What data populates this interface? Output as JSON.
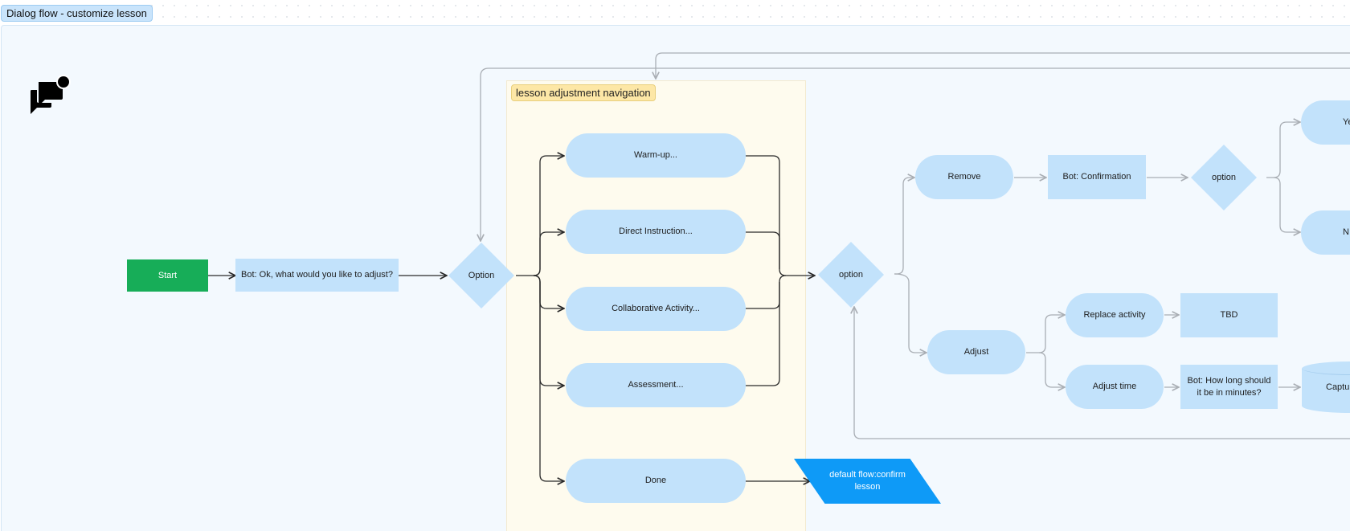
{
  "frame": {
    "title": "Dialog flow - customize lesson"
  },
  "icon": {
    "name": "chat-bubbles-icon"
  },
  "section": {
    "label": "lesson adjustment navigation"
  },
  "nodes": {
    "start": "Start",
    "bot_adjust_prompt": "Bot: Ok, what would you like to adjust?",
    "option_main": "Option",
    "warmup": "Warm-up...",
    "direct_instruction": "Direct Instruction...",
    "collaborative_activity": "Collaborative Activity...",
    "assessment": "Assessment...",
    "done": "Done",
    "default_flow": "default flow:confirm lesson",
    "option_action": "option",
    "remove": "Remove",
    "bot_confirmation": "Bot: Confirmation",
    "option_confirm": "option",
    "yes_partial": "Yes",
    "no_partial": "N",
    "adjust": "Adjust",
    "replace_activity": "Replace activity",
    "tbd": "TBD",
    "adjust_time": "Adjust time",
    "bot_how_long": "Bot: How long should it be in minutes?",
    "capture_partial": "Captur"
  },
  "colors": {
    "frame_background": "#f3f9fe",
    "node_fill": "#c2e2fb",
    "start_fill": "#17ad58",
    "default_flow_fill": "#0e9af7",
    "section_fill": "#fefbee",
    "section_label_fill": "#fde7a6",
    "connector_dark": "#2a2a2a",
    "connector_light": "#a9aeb4"
  }
}
